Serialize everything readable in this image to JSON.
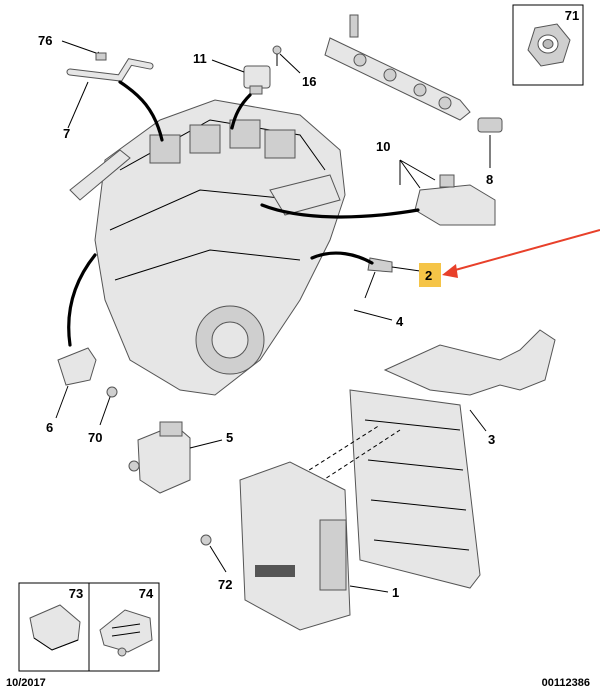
{
  "footer": {
    "date_code": "10/2017",
    "ref_code": "00112386"
  },
  "labels": {
    "p76": "76",
    "p7": "7",
    "p11": "11",
    "p16": "16",
    "p71": "71",
    "p10": "10",
    "p8": "8",
    "p2": "2",
    "p4": "4",
    "p6": "6",
    "p70": "70",
    "p5": "5",
    "p3": "3",
    "p72": "72",
    "p1": "1",
    "p73": "73",
    "p74": "74"
  },
  "colors": {
    "highlight": "#f5c447",
    "arrow": "#e8402a"
  }
}
